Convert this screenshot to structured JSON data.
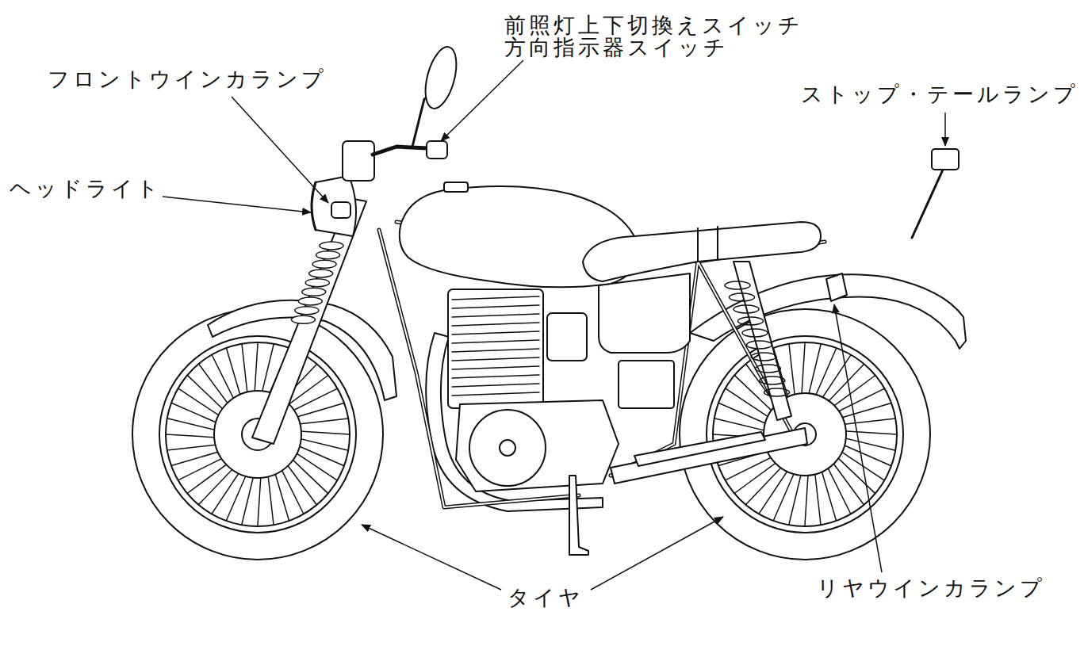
{
  "diagram": {
    "labels": [
      "前照灯上下切換えスイッチ",
      "方向指示器スイッチ",
      "フロントウインカランプ",
      "ストップ・テールランプ",
      "ヘッドライト",
      "タイヤ",
      "リヤウインカランプ"
    ]
  }
}
